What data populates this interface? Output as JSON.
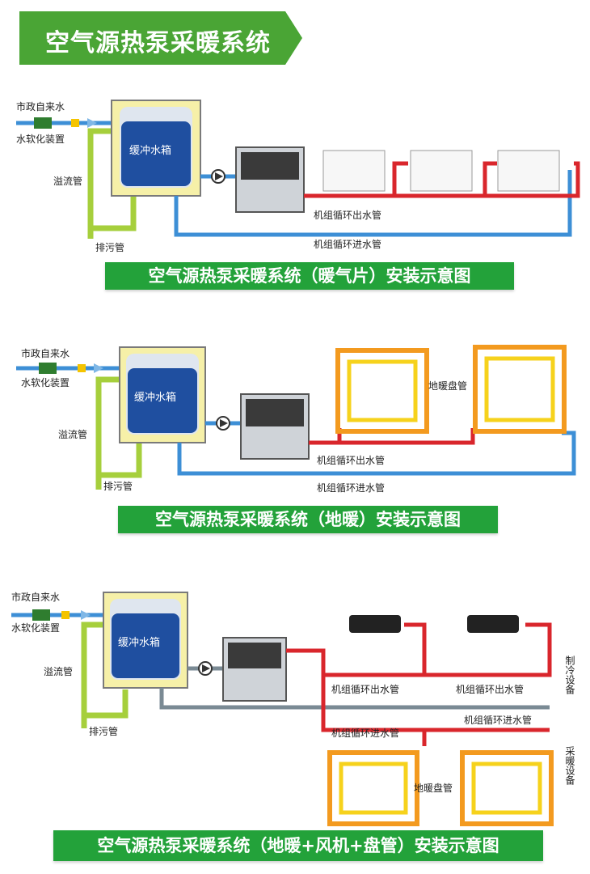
{
  "main_title": "空气源热泵采暖系统",
  "sections": [
    {
      "banner": "空气源热泵采暖系统（暖气片）安装示意图",
      "labels": {
        "city_water": "市政自来水",
        "softener": "水软化装置",
        "overflow": "溢流管",
        "drain": "排污管",
        "tank": "缓冲水箱",
        "out_pipe": "机组循环出水管",
        "in_pipe": "机组循环进水管"
      }
    },
    {
      "banner": "空气源热泵采暖系统（地暖）安装示意图",
      "labels": {
        "city_water": "市政自来水",
        "softener": "水软化装置",
        "overflow": "溢流管",
        "drain": "排污管",
        "tank": "缓冲水箱",
        "out_pipe": "机组循环出水管",
        "in_pipe": "机组循环进水管",
        "coil": "地暖盘管"
      }
    },
    {
      "banner": "空气源热泵采暖系统（地暖+风机+盘管）安装示意图",
      "labels": {
        "city_water": "市政自来水",
        "softener": "水软化装置",
        "overflow": "溢流管",
        "drain": "排污管",
        "tank": "缓冲水箱",
        "out_pipe_1": "机组循环出水管",
        "out_pipe_2": "机组循环出水管",
        "in_pipe_1": "机组循环进水管",
        "in_pipe_2": "机组循环进水管",
        "coil": "地暖盘管",
        "cooling": "制冷设备",
        "heating": "采暖设备"
      }
    }
  ],
  "colors": {
    "hot_pipe": "#d9262c",
    "cold_pipe": "#3d8fd6",
    "green_pipe": "#a6cf3c",
    "banner_green": "#23a23a",
    "tank_fill": "#1f4fa0",
    "coil_orange": "#f39a1f",
    "coil_yellow": "#f6d21c"
  }
}
